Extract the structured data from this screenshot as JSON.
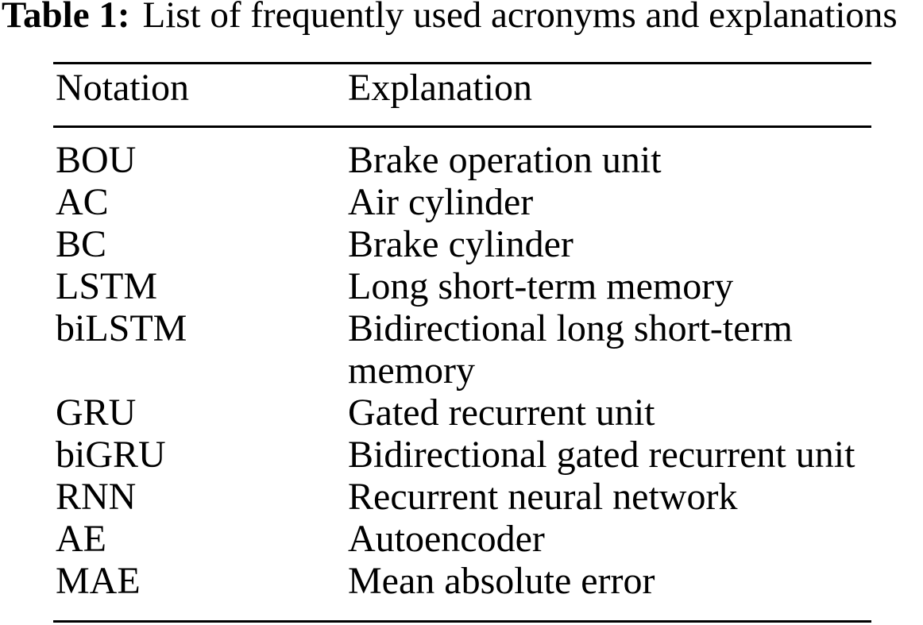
{
  "page": {
    "background": "#ffffff",
    "text_color": "#000000",
    "rule_color": "#000000"
  },
  "caption": {
    "label": "Table 1:",
    "text": "List of frequently used acronyms and explanations"
  },
  "table": {
    "headers": [
      "Notation",
      "Explanation"
    ],
    "rows": [
      {
        "notation": "BOU",
        "explanation": "Brake operation unit"
      },
      {
        "notation": "AC",
        "explanation": "Air cylinder"
      },
      {
        "notation": "BC",
        "explanation": "Brake cylinder"
      },
      {
        "notation": "LSTM",
        "explanation": "Long short-term memory"
      },
      {
        "notation": "biLSTM",
        "explanation": "Bidirectional long short-term memory"
      },
      {
        "notation": "GRU",
        "explanation": "Gated recurrent unit"
      },
      {
        "notation": "biGRU",
        "explanation": "Bidirectional gated recurrent unit"
      },
      {
        "notation": "RNN",
        "explanation": "Recurrent neural network"
      },
      {
        "notation": "AE",
        "explanation": "Autoencoder"
      },
      {
        "notation": "MAE",
        "explanation": "Mean absolute error"
      }
    ]
  }
}
